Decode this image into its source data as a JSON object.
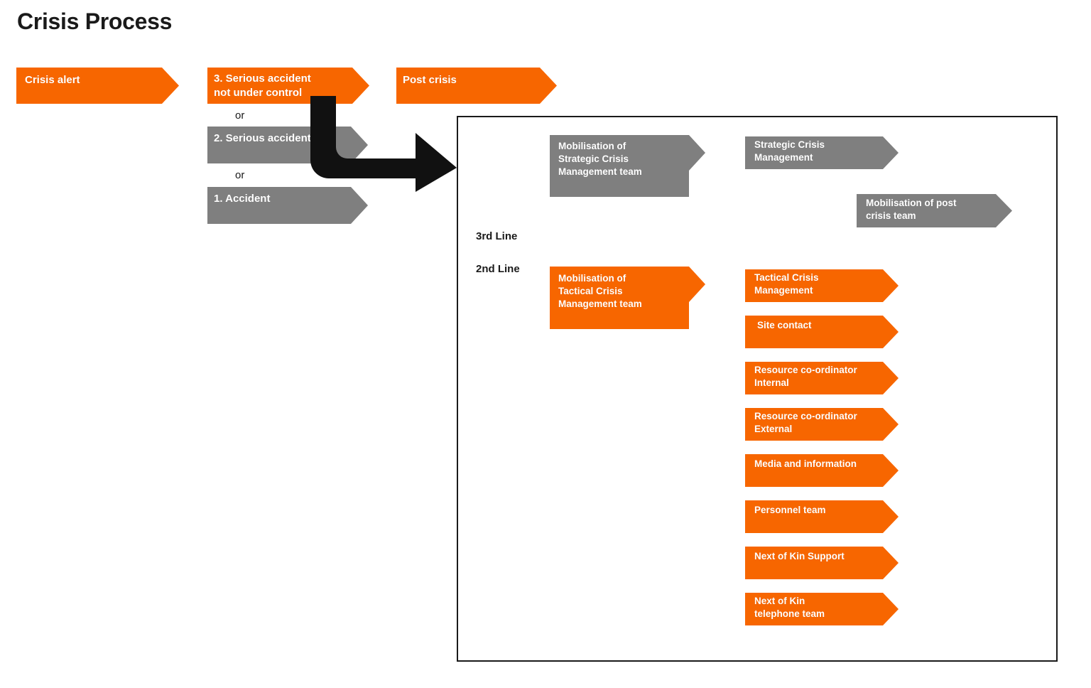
{
  "page": {
    "title": "Crisis Process",
    "background": "#ffffff"
  },
  "colors": {
    "orange": "#F76600",
    "gray": "#7F7F7F",
    "black": "#111111",
    "text_on_fill": "#ffffff",
    "text_dark": "#1a1a1a"
  },
  "top_row": {
    "crisis_alert": "Crisis alert",
    "serious_accident_not_under_control": "3. Serious accident\nnot under control",
    "post_crisis": "Post crisis"
  },
  "escalation": {
    "or_1": "or",
    "serious_accident": "2. Serious accident",
    "or_2": "or",
    "accident": "1. Accident"
  },
  "panel": {
    "lines": {
      "third": "3rd Line",
      "second": "2nd Line"
    },
    "mobilisation": {
      "strategic": "Mobilisation of\nStrategic Crisis\nManagement team",
      "tactical": "Mobilisation of\nTactical Crisis\nManagement team",
      "post_crisis": "Mobilisation of post\ncrisis team"
    },
    "strategic_column": [
      {
        "label": "Strategic Crisis\nManagement",
        "color": "gray"
      }
    ],
    "tactical_column": [
      {
        "label": "Tactical Crisis\nManagement"
      },
      {
        "label": "Site contact"
      },
      {
        "label": "Resource co-ordinator\nInternal"
      },
      {
        "label": "Resource co-ordinator\nExternal"
      },
      {
        "label": "Media and information"
      },
      {
        "label": "Personnel team"
      },
      {
        "label": "Next of Kin  Support"
      },
      {
        "label": "Next of Kin\ntelephone team"
      }
    ]
  },
  "arrow": {
    "name": "escalation-elbow-arrow"
  }
}
